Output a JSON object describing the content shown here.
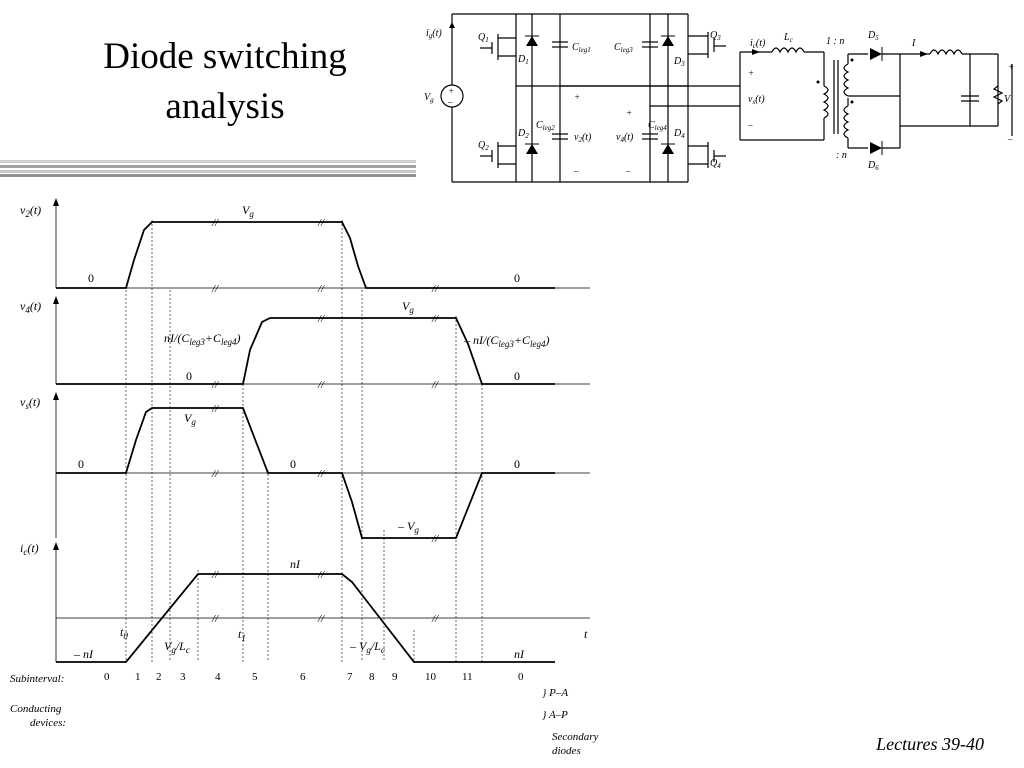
{
  "slide": {
    "title_line1": "Diode switching",
    "title_line2": "analysis",
    "footer": "Lectures 39-40"
  },
  "schematic": {
    "ig": "i",
    "ig_sub": "g",
    "ig_t": "(t)",
    "vg": "V",
    "vg_sub": "g",
    "q1": "Q",
    "q1_sub": "1",
    "q2": "Q",
    "q2_sub": "2",
    "q3": "Q",
    "q3_sub": "3",
    "q4": "Q",
    "q4_sub": "4",
    "d1": "D",
    "d1_sub": "1",
    "d2": "D",
    "d2_sub": "2",
    "d3": "D",
    "d3_sub": "3",
    "d4": "D",
    "d4_sub": "4",
    "d5": "D",
    "d5_sub": "5",
    "d6": "D",
    "d6_sub": "6",
    "cleg1": "C",
    "cleg1_sub": "leg1",
    "cleg2": "C",
    "cleg2_sub": "leg2",
    "cleg3": "C",
    "cleg3_sub": "leg3",
    "cleg4": "C",
    "cleg4_sub": "leg4",
    "v2": "v",
    "v2_sub": "2",
    "v2_t": "(t)",
    "v4": "v",
    "v4_sub": "4",
    "v4_t": "(t)",
    "ic": "i",
    "ic_sub": "c",
    "ic_t": "(t)",
    "lc": "L",
    "lc_sub": "c",
    "vs": "v",
    "vs_sub": "s",
    "vs_t": "(t)",
    "ratio_top": "1 : n",
    "ratio_bot": ": n",
    "current_i": "I",
    "output_v": "V",
    "plus": "+",
    "minus": "–"
  },
  "waveforms": {
    "v2_label": "v",
    "v2_sub": "2",
    "v2_t": "(t)",
    "v4_label": "v",
    "v4_sub": "4",
    "v4_t": "(t)",
    "vs_label": "v",
    "vs_sub": "s",
    "vs_t": "(t)",
    "ic_label": "i",
    "ic_sub": "c",
    "ic_t": "(t)",
    "vg": "V",
    "vg_sub": "g",
    "neg_vg": "– V",
    "neg_vg_sub": "g",
    "zero": "0",
    "slope_up": "nI/(C",
    "slope_up_sub1": "leg3",
    "slope_up_mid": "+C",
    "slope_up_sub2": "leg4",
    "slope_up_end": ")",
    "slope_down": "– nI/(C",
    "slope_down_sub1": "leg3",
    "slope_down_mid": "+C",
    "slope_down_sub2": "leg4",
    "slope_down_end": ")",
    "ni": "nI",
    "neg_ni": "– nI",
    "t0": "t",
    "t0_sub": "0",
    "t1": "t",
    "t1_sub": "1",
    "t_axis": "t",
    "slope_ic_up": "V",
    "slope_ic_up_sub": "g",
    "slope_ic_up_den": "/L",
    "slope_ic_up_den_sub": "c",
    "slope_ic_dn": "– V",
    "slope_ic_dn_sub": "g",
    "slope_ic_dn_den": "/L",
    "slope_ic_dn_den_sub": "c",
    "break_mark": "//"
  },
  "table": {
    "subinterval_label": "Subinterval:",
    "conducting_label1": "Conducting",
    "conducting_label2": "devices:",
    "subintervals": [
      "0",
      "1",
      "2",
      "3",
      "4",
      "5",
      "6",
      "7",
      "8",
      "9",
      "10",
      "11",
      "0"
    ],
    "pa": "} P–A",
    "ap": "} A–P",
    "secondary1": "Secondary",
    "secondary2": "diodes"
  }
}
